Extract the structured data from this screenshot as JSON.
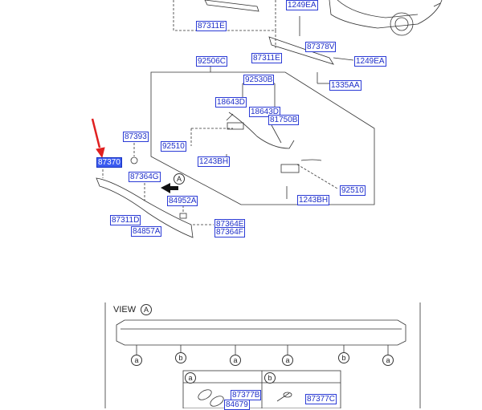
{
  "diagram": {
    "part_labels": [
      {
        "id": "p1",
        "text": "1249EA"
      },
      {
        "id": "p2",
        "text": "87311E"
      },
      {
        "id": "p3",
        "text": "87378V"
      },
      {
        "id": "p4",
        "text": "87311E"
      },
      {
        "id": "p5",
        "text": "1249EA"
      },
      {
        "id": "p6",
        "text": "92506C"
      },
      {
        "id": "p7",
        "text": "92530B"
      },
      {
        "id": "p8",
        "text": "1335AA"
      },
      {
        "id": "p9",
        "text": "18643D"
      },
      {
        "id": "p10",
        "text": "18643D"
      },
      {
        "id": "p11",
        "text": "81750B"
      },
      {
        "id": "p12",
        "text": "87393"
      },
      {
        "id": "p13",
        "text": "92510"
      },
      {
        "id": "p14",
        "text": "1243BH"
      },
      {
        "id": "p15",
        "text": "87370"
      },
      {
        "id": "p16",
        "text": "87364G"
      },
      {
        "id": "p17",
        "text": "84952A"
      },
      {
        "id": "p18",
        "text": "92510"
      },
      {
        "id": "p19",
        "text": "1243BH"
      },
      {
        "id": "p20",
        "text": "87311D"
      },
      {
        "id": "p21",
        "text": "84857A"
      },
      {
        "id": "p22",
        "text": "87364E"
      },
      {
        "id": "p23",
        "text": "87364F"
      },
      {
        "id": "p24",
        "text": "87377B"
      },
      {
        "id": "p25",
        "text": "84679"
      },
      {
        "id": "p26",
        "text": "87377C"
      }
    ],
    "selected_label": "87370",
    "view_title": "VIEW",
    "view_ref": "A",
    "callouts": [
      "a",
      "b",
      "a",
      "a",
      "b",
      "a"
    ],
    "detail_headers": [
      "a",
      "b"
    ],
    "colors": {
      "label_border": "#2b3bd6",
      "selected_fill": "#3b5bf0",
      "arrow": "#e02020",
      "line": "#333333"
    }
  }
}
